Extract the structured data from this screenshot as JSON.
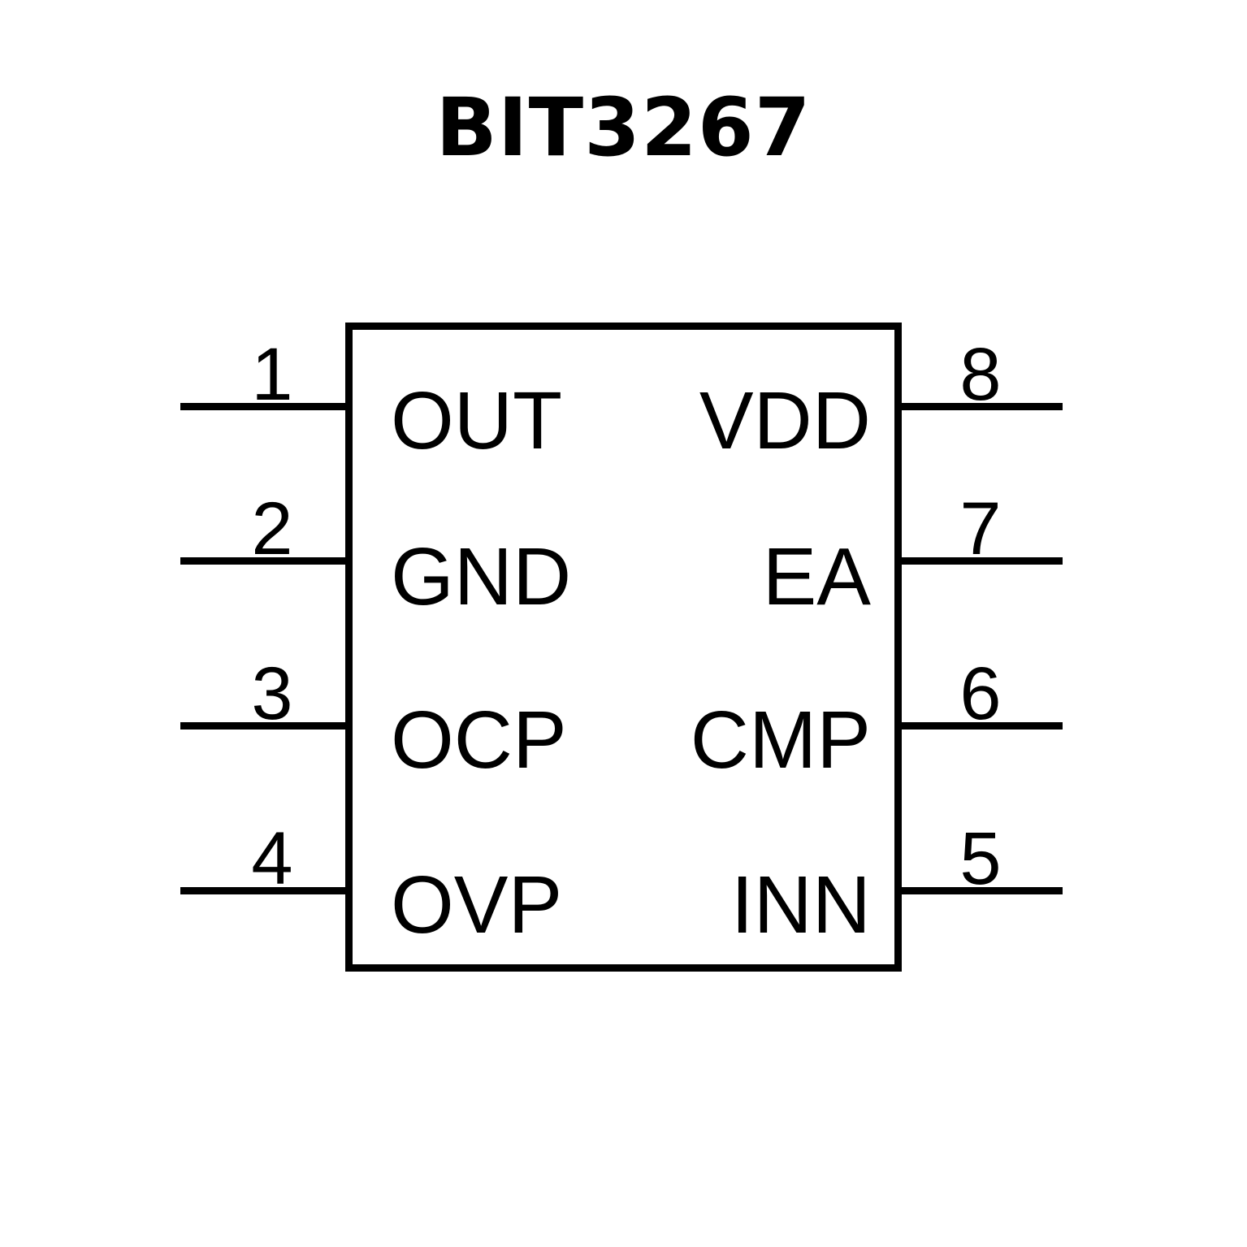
{
  "title": "BIT3267",
  "colors": {
    "background": "#ffffff",
    "line": "#000000",
    "text": "#000000"
  },
  "package": {
    "pin_count": 8,
    "body_label": ""
  },
  "pins": {
    "left": [
      {
        "number": "1",
        "label": "OUT"
      },
      {
        "number": "2",
        "label": "GND"
      },
      {
        "number": "3",
        "label": "OCP"
      },
      {
        "number": "4",
        "label": "OVP"
      }
    ],
    "right": [
      {
        "number": "8",
        "label": "VDD"
      },
      {
        "number": "7",
        "label": "EA"
      },
      {
        "number": "6",
        "label": "CMP"
      },
      {
        "number": "5",
        "label": "INN"
      }
    ]
  }
}
